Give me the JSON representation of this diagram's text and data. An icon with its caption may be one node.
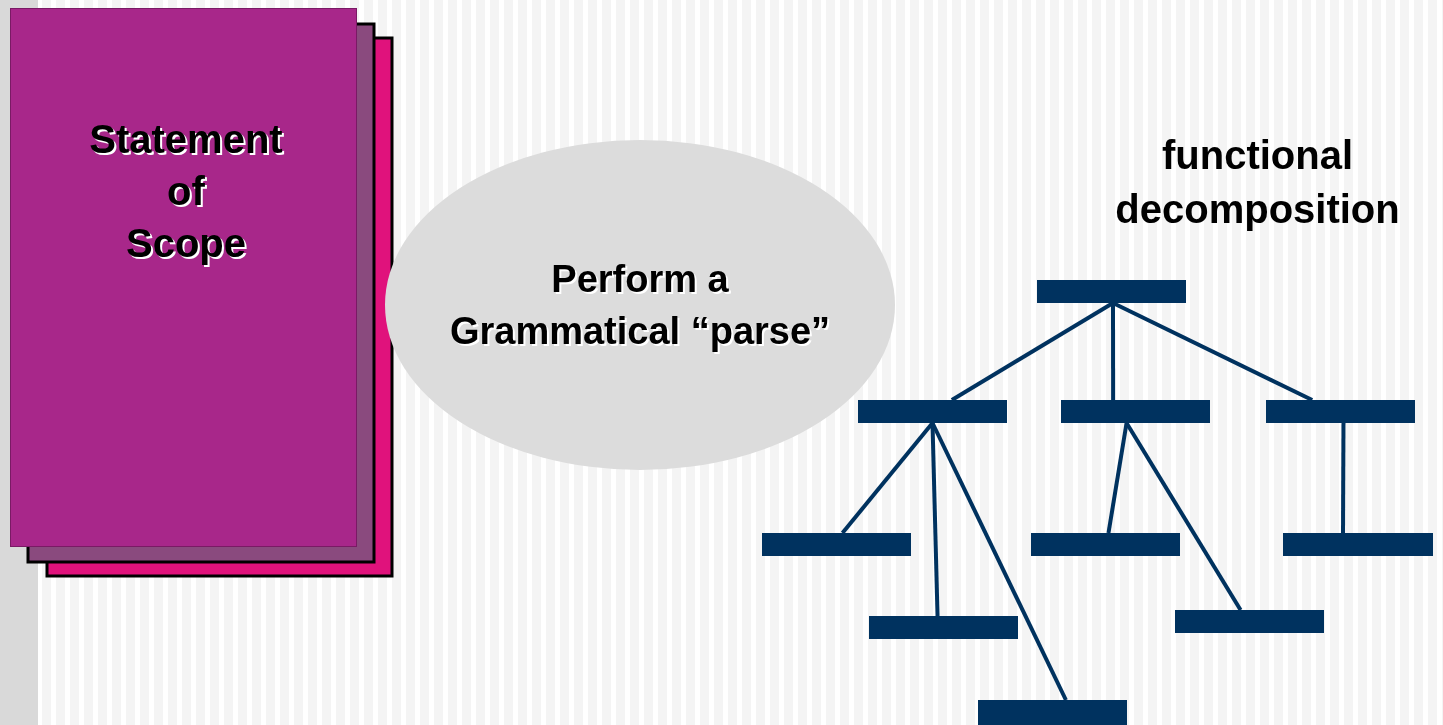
{
  "diagram": {
    "nodes": [
      {
        "text": [
          "Statement of Scope"
        ]
      },
      {
        "text": [
          "Perform a Grammatical “parse”"
        ]
      },
      {
        "text": [],
        "shape": "bar"
      },
      {
        "text": [],
        "shape": "bar"
      },
      {
        "text": [],
        "shape": "bar"
      },
      {
        "text": [],
        "shape": "bar"
      },
      {
        "text": [],
        "shape": "bar"
      },
      {
        "text": [],
        "shape": "bar"
      },
      {
        "text": [],
        "shape": "bar"
      },
      {
        "text": [],
        "shape": "bar"
      },
      {
        "text": [],
        "shape": "bar"
      },
      {
        "text": [],
        "shape": "bar"
      }
    ],
    "edges": [
      {
        "from": 2,
        "to": 3,
        "arrow": "none"
      },
      {
        "from": 2,
        "to": 4,
        "arrow": "none"
      },
      {
        "from": 2,
        "to": 5,
        "arrow": "none"
      },
      {
        "from": 3,
        "to": 6,
        "arrow": "none"
      },
      {
        "from": 3,
        "to": 9,
        "arrow": "none"
      },
      {
        "from": 3,
        "to": 11,
        "arrow": "none"
      },
      {
        "from": 4,
        "to": 7,
        "arrow": "none"
      },
      {
        "from": 4,
        "to": 10,
        "arrow": "none"
      },
      {
        "from": 5,
        "to": 8,
        "arrow": "none"
      }
    ],
    "labels": [
      "functional decomposition"
    ]
  }
}
